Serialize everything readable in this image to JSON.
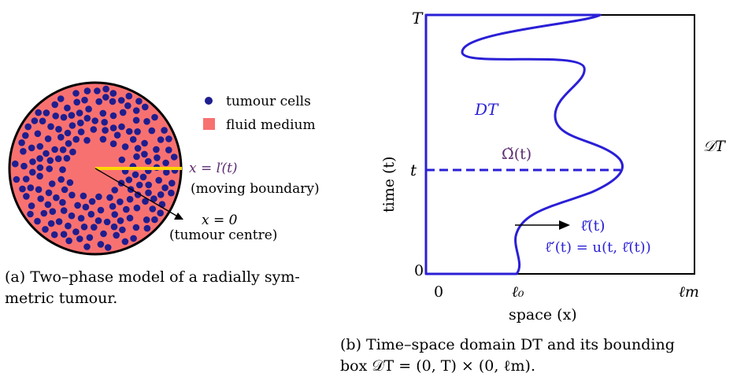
{
  "panel_a": {
    "legend": {
      "cells_label": "tumour cells",
      "fluid_label": "fluid medium"
    },
    "boundary_label": "x = ľ(t)",
    "boundary_note": "(moving boundary)",
    "centre_label": "x = 0",
    "centre_note": "(tumour centre)",
    "caption_line1": "(a) Two–phase model of a radially sym-",
    "caption_line2": "metric tumour.",
    "colors": {
      "fluid": "#F87171",
      "cells": "#1E1E8F",
      "boundary": "#FFD700",
      "label_purple": "#5B2C6F"
    }
  },
  "panel_b": {
    "t_top": "T",
    "t_mid": "t",
    "t_zero": "0",
    "x_zero": "0",
    "x_l0": "ℓ₀",
    "x_lm": "ℓm",
    "domain_label": "DT",
    "box_label": "𝒟T",
    "omega_label": "Ω̌(t)",
    "ell_label": "ℓ̌(t)",
    "ode_label": "ℓ̌′(t) = u(t, ℓ̌(t))",
    "ylabel": "time (t)",
    "xlabel": "space (x)",
    "caption_line1": "(b) Time–space domain DT and its bounding",
    "caption_line2": "box 𝒟T = (0, T) × (0, ℓm).",
    "colors": {
      "curve": "#2A1FD6",
      "text_blue": "#2A1FD6",
      "label_purple": "#5B2C6F"
    }
  }
}
